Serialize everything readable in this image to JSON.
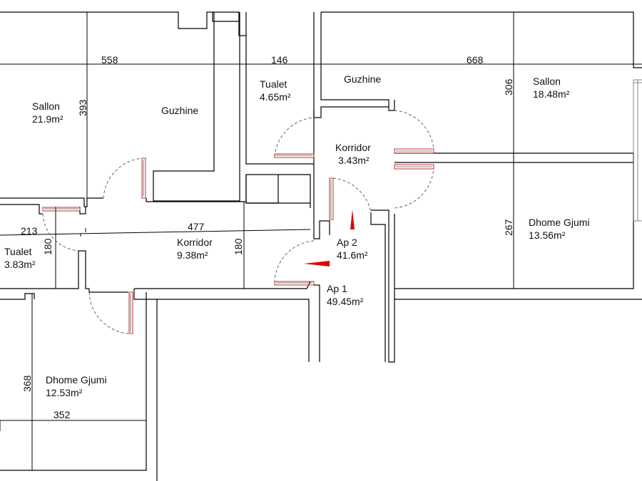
{
  "colors": {
    "wall": "#000000",
    "door_frame": "#c23030",
    "marker": "#dd0000",
    "background": "#ffffff"
  },
  "rooms": [
    {
      "id": "sallon-left",
      "name": "Sallon",
      "area": "21.9m²"
    },
    {
      "id": "guzhine-left",
      "name": "Guzhine",
      "area": ""
    },
    {
      "id": "tualet-top",
      "name": "Tualet",
      "area": "4.65m²"
    },
    {
      "id": "guzhine-right",
      "name": "Guzhine",
      "area": ""
    },
    {
      "id": "sallon-right",
      "name": "Sallon",
      "area": "18.48m²"
    },
    {
      "id": "korridor-right",
      "name": "Korridor",
      "area": "3.43m²"
    },
    {
      "id": "dhome-right",
      "name": "Dhome Gjumi",
      "area": "13.56m²"
    },
    {
      "id": "ap2",
      "name": "Ap 2",
      "area": "41.6m²"
    },
    {
      "id": "ap1",
      "name": "Ap 1",
      "area": "49.45m²"
    },
    {
      "id": "tualet-left",
      "name": "Tualet",
      "area": "3.83m²"
    },
    {
      "id": "korridor-left",
      "name": "Korridor",
      "area": "9.38m²"
    },
    {
      "id": "dhome-left",
      "name": "Dhome Gjumi",
      "area": "12.53m²"
    }
  ],
  "dimensions": {
    "top_left": "558",
    "top_mid": "146",
    "top_right": "668",
    "sallon_left_height": "393",
    "sallon_right_height": "306",
    "dhome_right_height": "267",
    "tualet_left_width": "213",
    "tualet_left_height": "180",
    "korridor_width": "477",
    "korridor_height": "180",
    "dhome_left_height": "368",
    "dhome_left_width": "352"
  }
}
